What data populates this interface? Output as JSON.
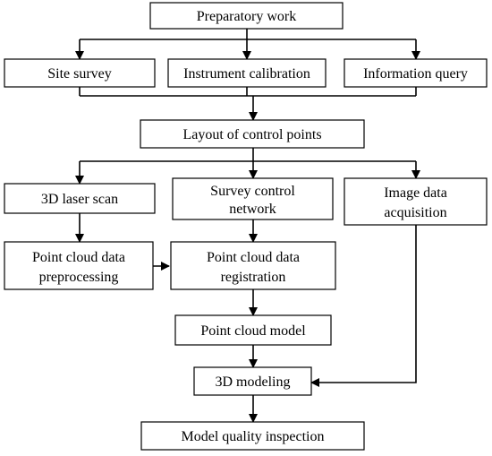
{
  "diagram": {
    "nodes": {
      "preparatory": [
        "Preparatory work"
      ],
      "site_survey": [
        "Site survey"
      ],
      "calibration": [
        "Instrument calibration"
      ],
      "info_query": [
        "Information query"
      ],
      "control_points": [
        "Layout of control points"
      ],
      "laser_scan": [
        "3D laser scan"
      ],
      "survey_network": [
        "Survey control",
        "network"
      ],
      "image_data": [
        "Image data",
        "acquisition"
      ],
      "preprocessing": [
        "Point cloud data",
        "preprocessing"
      ],
      "registration": [
        "Point cloud data",
        "registration"
      ],
      "cloud_model": [
        "Point cloud model"
      ],
      "modeling": [
        "3D modeling"
      ],
      "inspection": [
        "Model quality inspection"
      ]
    }
  }
}
